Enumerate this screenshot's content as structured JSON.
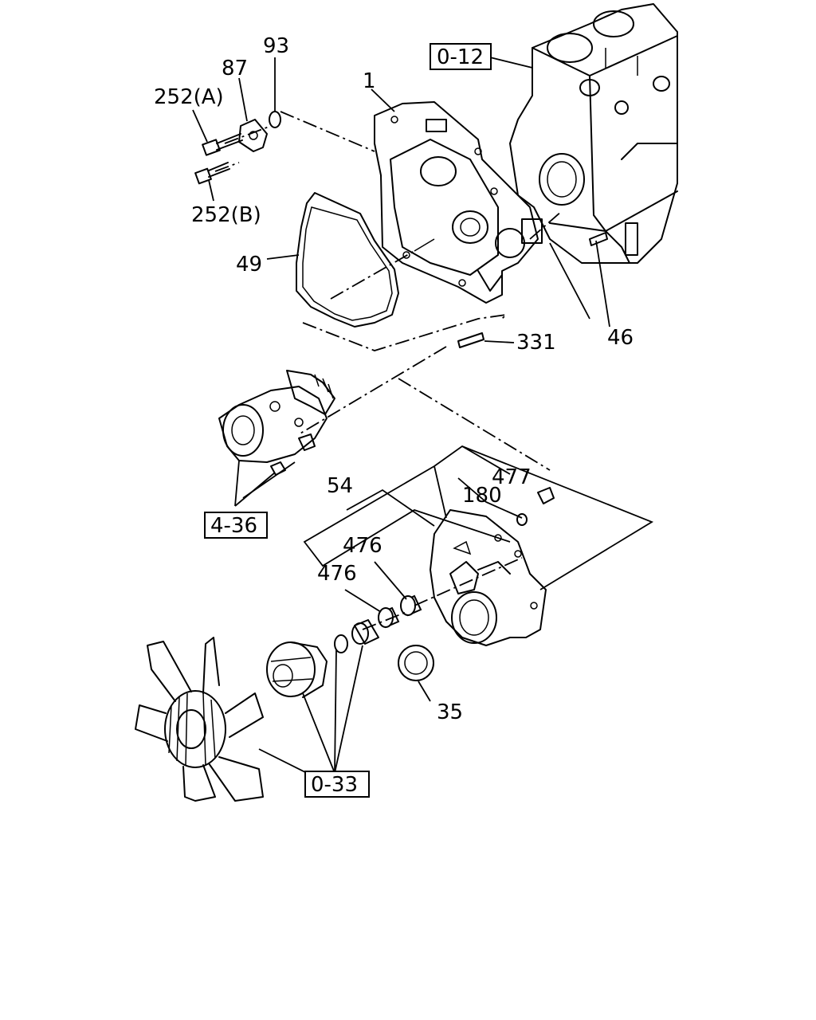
{
  "labels": {
    "p93": "93",
    "p87": "87",
    "p252a": "252(A)",
    "p1": "1",
    "p252b": "252(B)",
    "p49": "49",
    "p331": "331",
    "p46": "46",
    "p477": "477",
    "p54": "54",
    "p180": "180",
    "p476a": "476",
    "p476b": "476",
    "p35": "35"
  },
  "refs": {
    "r012": "0-12",
    "r436": "4-36",
    "r033": "0-33"
  }
}
